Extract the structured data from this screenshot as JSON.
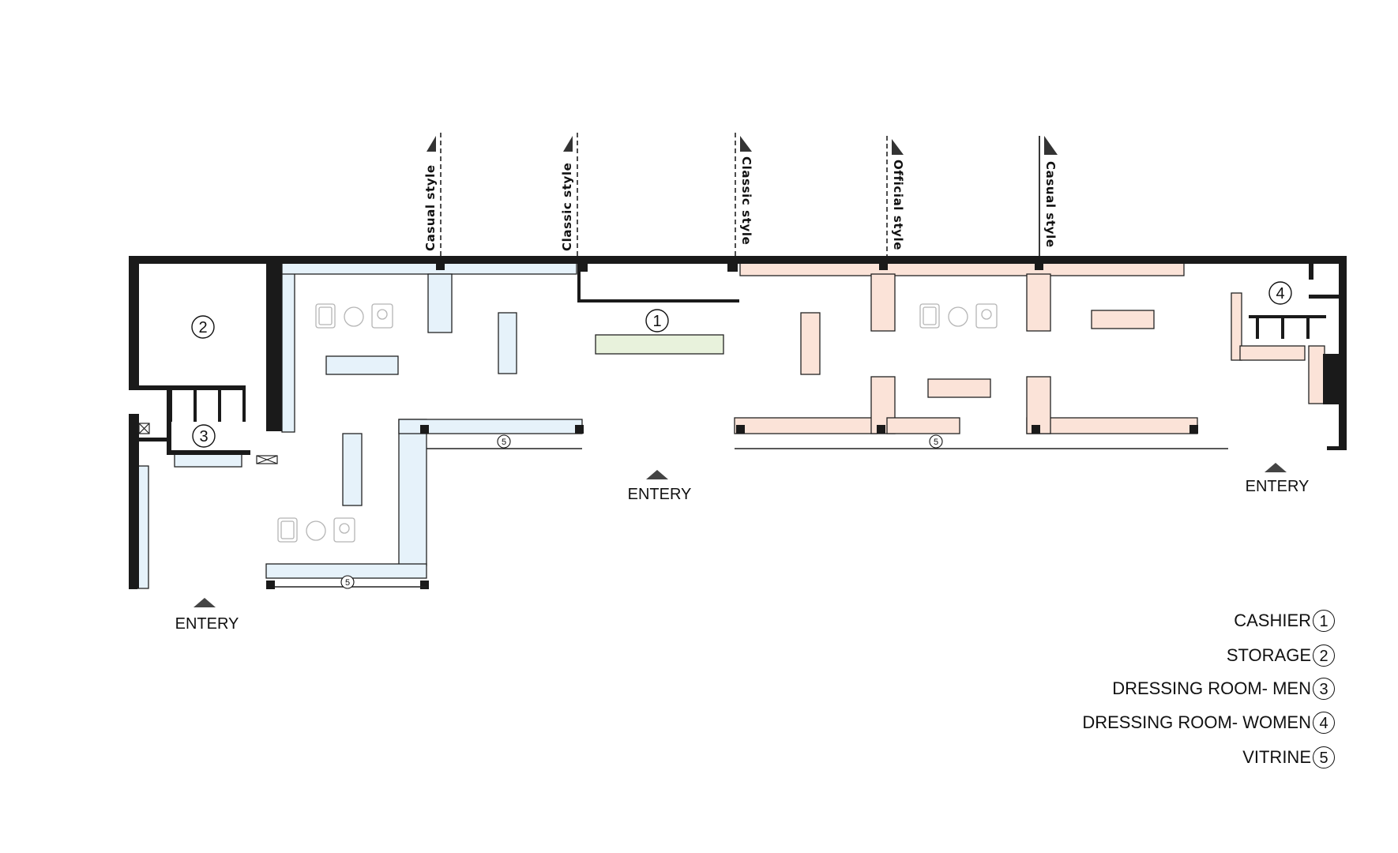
{
  "entrances": [
    "ENTERY",
    "ENTERY",
    "ENTERY"
  ],
  "style_zones": [
    "Casual style",
    "Classic style",
    "Classic style",
    "Official style",
    "Casual style"
  ],
  "room_numbers": [
    "1",
    "2",
    "3",
    "4",
    "5",
    "5",
    "5"
  ],
  "legend": [
    {
      "label": "CASHIER",
      "number": "1"
    },
    {
      "label": "STORAGE",
      "number": "2"
    },
    {
      "label": "DRESSING ROOM- MEN",
      "number": "3"
    },
    {
      "label": "DRESSING ROOM- WOMEN",
      "number": "4"
    },
    {
      "label": "VITRINE",
      "number": "5"
    }
  ],
  "colors": {
    "wall": "#1a1a1a",
    "men_display": "#e6f2fa",
    "women_display": "#fbe3d8",
    "cashier_counter": "#e8f2dc",
    "furniture_stroke": "#b5b5b5"
  }
}
